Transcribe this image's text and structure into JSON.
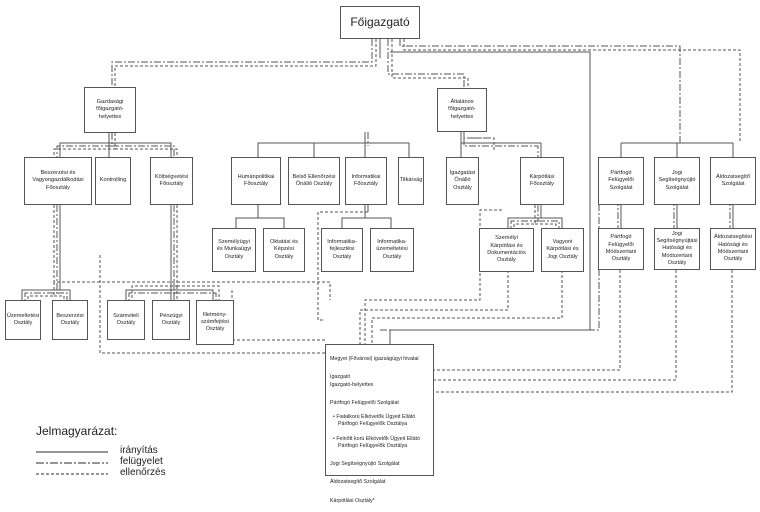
{
  "nodes": {
    "foigazgato": "Főigazgató",
    "gazdasagi_helyettes": "Gazdasági\nfőigazgató-\nhelyettes",
    "altalanos_helyettes": "Általános\nfőigazgató-\nhelyettes",
    "beszerzesi_foosztaly": "Beszerzési és\nVagyongazdálkodási\nFőosztály",
    "kontrolling": "Kontrolling",
    "koltsegvetesi_foosztaly": "Költségvetési\nFőosztály",
    "humanpolitikai_foosztaly": "Humánpolitikai\nFőosztály",
    "belso_ellenorzesi": "Belső Ellenőrzési\nÖnálló Osztály",
    "informatikai_foosztaly": "Informatikai\nFőosztály",
    "titkarsag": "Titkárság",
    "igazgatasi": "Igazgatási\nÖnálló\nOsztály",
    "karpotlasi_foosztaly": "Kárpótlási\nFőosztály",
    "partfogo_felugyeloi": "Pártfogó\nFelügyelői\nSzolgálat",
    "jogi_segitsegnyujto": "Jogi\nSegítségnyújtó\nSzolgálat",
    "aldozatsegito": "Áldozatsegítő\nSzolgálat",
    "szemelyugyi": "Személyügyi\nés Munkaügyi\nOsztály",
    "oktatasi": "Oktatási és\nKépzési\nOsztály",
    "informatika_fejlesztesi": "Informatika-\nfejlesztési\nOsztály",
    "informatika_uzemeltetesi": "Informatika-\nüzemeltetési\nOsztály",
    "szemelyi_karpotlasi": "Személyi\nKárpótlási és\nDokumentációs\nOsztály",
    "vagyoni_karpotlasi": "Vagyoni\nKárpótlási és\nJogi Osztály",
    "partfogo_modszertani": "Pártfogó\nFelügyelői\nMódszertani\nOsztály",
    "jogi_modszertani": "Jogi\nSegítségnyújtási\nHatósági és\nMódszertani\nOsztály",
    "aldozatsegitesi_modszertani": "Áldozatsegítési\nHatósági és\nMódszertani\nOsztály",
    "uzemeltetesi": "Üzemeltetési\nOsztály",
    "beszerzesi_osztaly": "Beszerzési\nOsztály",
    "szamviteli": "Számviteli\nOsztály",
    "penzugyi": "Pénzügyi\nOsztály",
    "illetmeny": "Illetmény-\nszámfejtési\nOsztály"
  },
  "county": {
    "title": "Megyei (Fővárosi) igazságügyi hivatal",
    "leaders": "Igazgató\nIgazgató-helyettes",
    "partfogo_title": "Pártfogó Felügyelői Szolgálat",
    "partfogo_items": [
      "• Fiatalkorú Elkövetők Ügyeit Ellátó\nPártfogó Felügyelők Osztálya",
      "• Felnőtt korú Elkövetők Ügyeit Ellátó\nPártfogó Felügyelők Osztálya"
    ],
    "jogi": "Jogi Segítségnyújtó Szolgálat",
    "aldozat": "Áldozatsegítő Szolgálat",
    "karpotlasi": "Kárpótlási Osztály*"
  },
  "legend": {
    "title": "Jelmagyarázat:",
    "items": [
      "irányítás",
      "felügyelet",
      "ellenőrzés"
    ]
  },
  "colors": {
    "line": "#555555",
    "border": "#555555"
  }
}
